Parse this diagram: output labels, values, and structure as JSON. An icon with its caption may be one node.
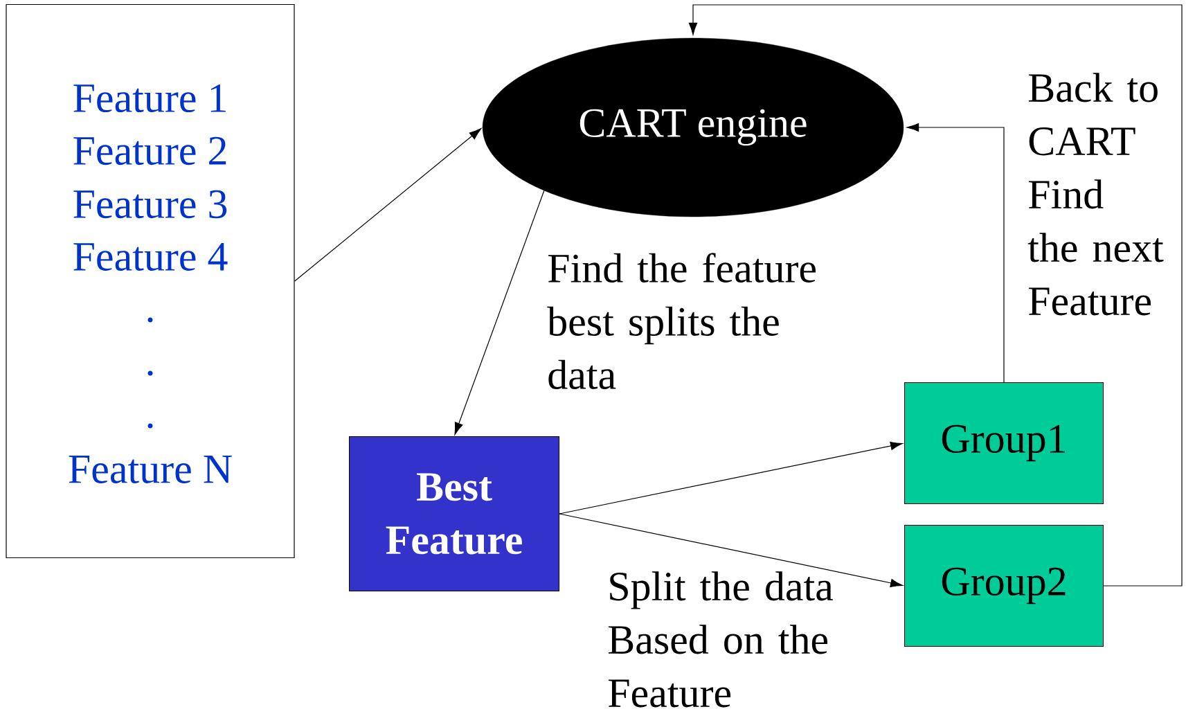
{
  "diagram": {
    "nodes": [
      {
        "text": [
          "Feature 1",
          "Feature 2",
          "Feature 3",
          "Feature 4",
          ".",
          ".",
          ".",
          "Feature N"
        ]
      },
      {
        "text": [
          "CART engine"
        ]
      },
      {
        "text": [
          "Best Feature"
        ]
      },
      {
        "text": [
          "Group1"
        ]
      },
      {
        "text": [
          "Group2"
        ]
      }
    ],
    "edges": [
      {
        "from": 0,
        "to": 1,
        "arrow": "to"
      },
      {
        "from": 1,
        "to": 2,
        "arrow": "to"
      },
      {
        "from": 2,
        "to": 3,
        "arrow": "to"
      },
      {
        "from": 2,
        "to": 4,
        "arrow": "to"
      },
      {
        "from": 3,
        "to": 1,
        "arrow": "to"
      },
      {
        "from": 4,
        "to": 1,
        "arrow": "to"
      }
    ],
    "labels": [
      "Back to CART Find the next Feature",
      "Find the feature best splits the data",
      "Split the data Based on the Feature"
    ]
  }
}
